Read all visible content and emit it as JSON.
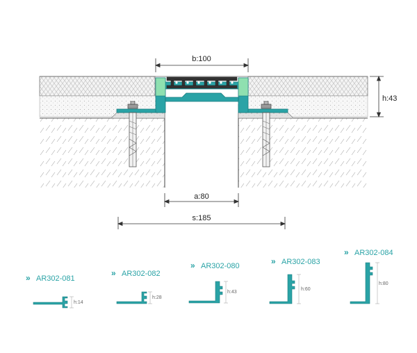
{
  "drawing": {
    "dimensions": {
      "top_width": "b:100",
      "height": "h:43",
      "gap": "a:80",
      "span": "s:185"
    }
  },
  "variants": [
    {
      "code": "AR302-081",
      "height_label": "h:14"
    },
    {
      "code": "AR302-082",
      "height_label": "h:28"
    },
    {
      "code": "AR302-080",
      "height_label": "h:43"
    },
    {
      "code": "AR302-083",
      "height_label": "h:60"
    },
    {
      "code": "AR302-084",
      "height_label": "h:80"
    }
  ],
  "colors": {
    "teal": "#2aa3a6",
    "teal_dark": "#1c7c80",
    "green_insert": "#8fe0b0",
    "line": "#444444",
    "hatch": "#9a9a9a"
  },
  "icons": {
    "variant_marker": "double-chevron-right-icon"
  }
}
